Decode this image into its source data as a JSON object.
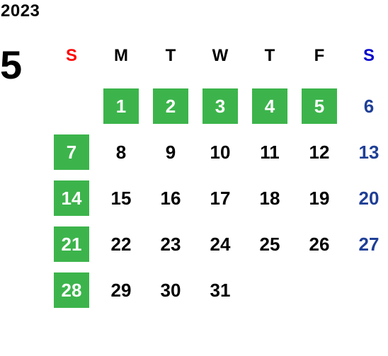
{
  "calendar": {
    "year": "2023",
    "month": "5",
    "weekdays": [
      "S",
      "M",
      "T",
      "W",
      "T",
      "F",
      "S"
    ],
    "weekday_colors": [
      "#ff0000",
      "#000000",
      "#000000",
      "#000000",
      "#000000",
      "#000000",
      "#0000cc"
    ],
    "holiday_bg": "#3cb44b",
    "holiday_text": "#ffffff",
    "saturday_text": "#1f3f96",
    "normal_text": "#000000",
    "first_weekday_index": 1,
    "weeks": [
      [
        null,
        {
          "d": "1",
          "h": true
        },
        {
          "d": "2",
          "h": true
        },
        {
          "d": "3",
          "h": true
        },
        {
          "d": "4",
          "h": true
        },
        {
          "d": "5",
          "h": true
        },
        {
          "d": "6",
          "h": false
        }
      ],
      [
        {
          "d": "7",
          "h": true
        },
        {
          "d": "8",
          "h": false
        },
        {
          "d": "9",
          "h": false
        },
        {
          "d": "10",
          "h": false
        },
        {
          "d": "11",
          "h": false
        },
        {
          "d": "12",
          "h": false
        },
        {
          "d": "13",
          "h": false
        }
      ],
      [
        {
          "d": "14",
          "h": true
        },
        {
          "d": "15",
          "h": false
        },
        {
          "d": "16",
          "h": false
        },
        {
          "d": "17",
          "h": false
        },
        {
          "d": "18",
          "h": false
        },
        {
          "d": "19",
          "h": false
        },
        {
          "d": "20",
          "h": false
        }
      ],
      [
        {
          "d": "21",
          "h": true
        },
        {
          "d": "22",
          "h": false
        },
        {
          "d": "23",
          "h": false
        },
        {
          "d": "24",
          "h": false
        },
        {
          "d": "25",
          "h": false
        },
        {
          "d": "26",
          "h": false
        },
        {
          "d": "27",
          "h": false
        }
      ],
      [
        {
          "d": "28",
          "h": true
        },
        {
          "d": "29",
          "h": false
        },
        {
          "d": "30",
          "h": false
        },
        {
          "d": "31",
          "h": false
        },
        null,
        null,
        null
      ]
    ]
  }
}
